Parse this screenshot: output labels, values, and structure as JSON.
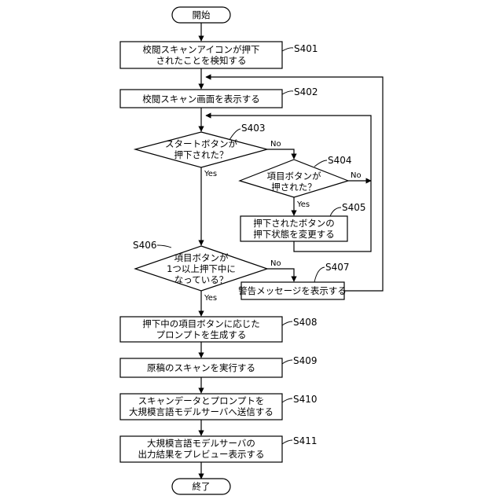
{
  "start": "開始",
  "end": "終了",
  "steps": {
    "s401": {
      "label": "S401",
      "lines": [
        "校閲スキャンアイコンが押下",
        "されたことを検知する"
      ]
    },
    "s402": {
      "label": "S402",
      "lines": [
        "校閲スキャン画面を表示する"
      ]
    },
    "s403": {
      "label": "S403",
      "lines": [
        "スタートボタンが",
        "押下された？"
      ]
    },
    "s404": {
      "label": "S404",
      "lines": [
        "項目ボタンが",
        "押された？"
      ]
    },
    "s405": {
      "label": "S405",
      "lines": [
        "押下されたボタンの",
        "押下状態を変更する"
      ]
    },
    "s406": {
      "label": "S406",
      "lines": [
        "項目ボタンが",
        "1つ以上押下中に",
        "なっている？"
      ]
    },
    "s407": {
      "label": "S407",
      "lines": [
        "警告メッセージを表示する"
      ]
    },
    "s408": {
      "label": "S408",
      "lines": [
        "押下中の項目ボタンに応じた",
        "プロンプトを生成する"
      ]
    },
    "s409": {
      "label": "S409",
      "lines": [
        "原稿のスキャンを実行する"
      ]
    },
    "s410": {
      "label": "S410",
      "lines": [
        "スキャンデータとプロンプトを",
        "大規模言語モデルサーバへ送信する"
      ]
    },
    "s411": {
      "label": "S411",
      "lines": [
        "大規模言語モデルサーバの",
        "出力結果をプレビュー表示する"
      ]
    }
  },
  "branch": {
    "yes": "Yes",
    "no": "No"
  }
}
